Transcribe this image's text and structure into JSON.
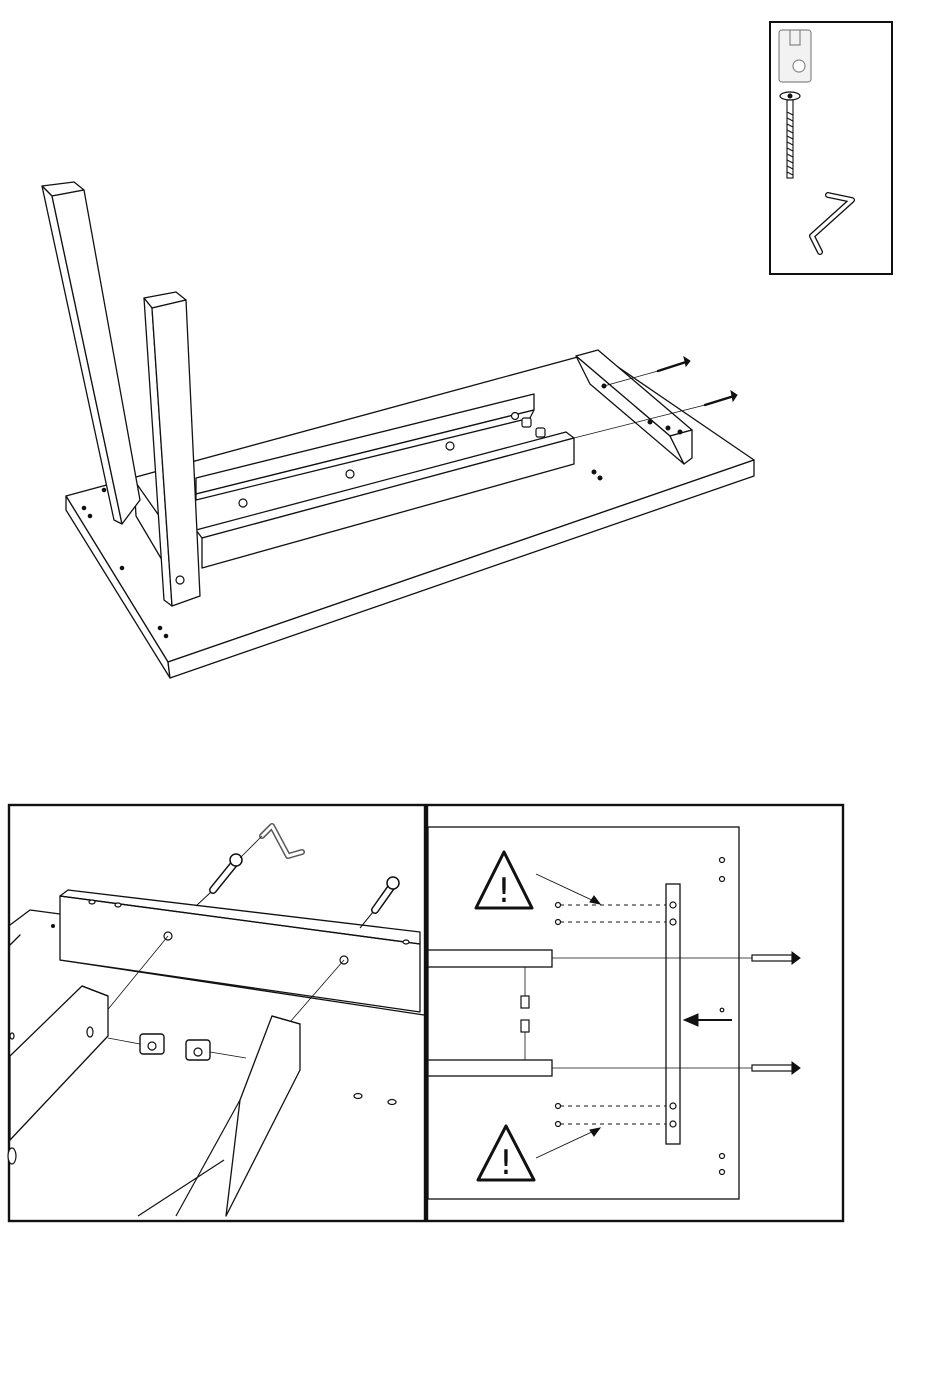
{
  "step_top": {
    "parts_box": {
      "items": [
        "cam-nut",
        "long-bolt",
        "allen-key"
      ]
    },
    "scene": "table-top-upside-down-with-two-legs-rails-and-end-bar"
  },
  "step_bottom": {
    "left_panel": {
      "parts": [
        "end-rail",
        "bolt",
        "bolt",
        "cam-nut",
        "cam-nut",
        "allen-key"
      ]
    },
    "right_panel": {
      "warnings": [
        "!",
        "!"
      ],
      "arrow": "push-end-rail-left"
    }
  }
}
